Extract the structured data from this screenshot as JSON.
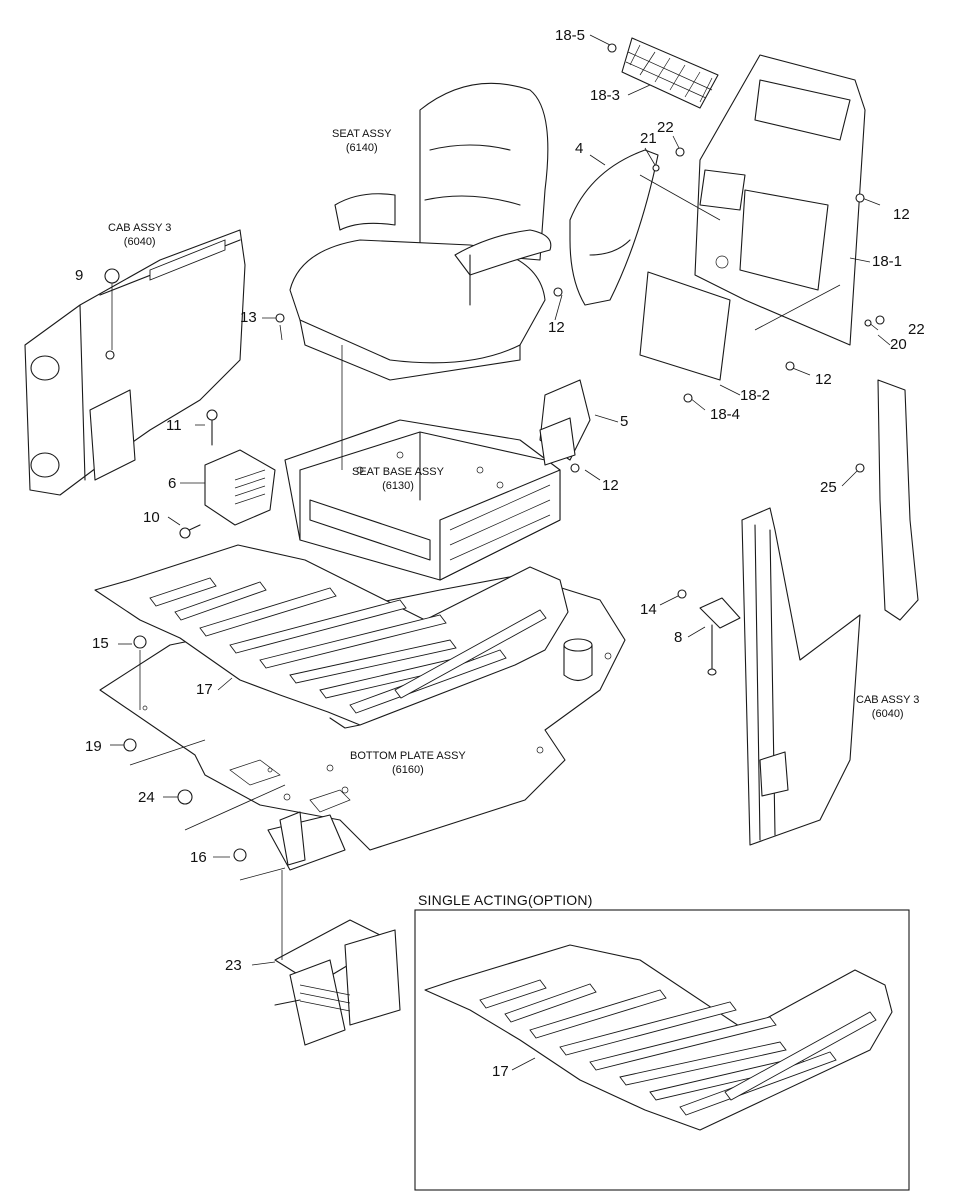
{
  "assemblies": {
    "seat": {
      "name": "SEAT ASSY",
      "code": "(6140)"
    },
    "cab_left": {
      "name": "CAB ASSY 3",
      "code": "(6040)"
    },
    "cab_right": {
      "name": "CAB ASSY 3",
      "code": "(6040)"
    },
    "seat_base": {
      "name": "SEAT BASE ASSY",
      "code": "(6130)"
    },
    "bottom_plate": {
      "name": "BOTTOM PLATE ASSY",
      "code": "(6160)"
    }
  },
  "option_box": {
    "title": "SINGLE ACTING(OPTION)",
    "part": "17"
  },
  "callouts": {
    "c18_5": "18-5",
    "c18_3": "18-3",
    "c22a": "22",
    "c21": "21",
    "c4": "4",
    "c12a": "12",
    "c18_1": "18-1",
    "c12b": "12",
    "c22b": "22",
    "c20": "20",
    "c12c": "12",
    "c18_2": "18-2",
    "c18_4": "18-4",
    "c5": "5",
    "c12d": "12",
    "c9": "9",
    "c13": "13",
    "c11": "11",
    "c6": "6",
    "c10": "10",
    "c25": "25",
    "c14": "14",
    "c8": "8",
    "c15": "15",
    "c17": "17",
    "c19": "19",
    "c24": "24",
    "c16": "16",
    "c23": "23"
  }
}
